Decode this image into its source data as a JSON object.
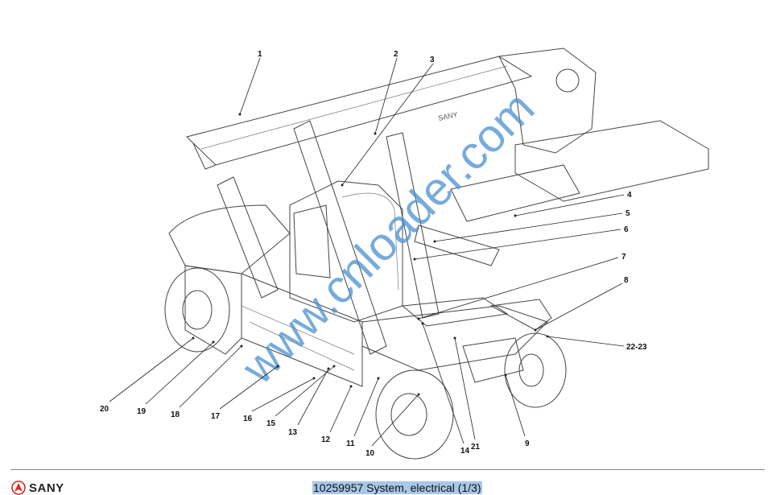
{
  "document": {
    "title": "10259957 System, electrical (1/3)",
    "brand": "SANY",
    "boom_lettering": "SANY",
    "watermark": "www.cnloader.com"
  },
  "callouts": [
    "1",
    "2",
    "3",
    "4",
    "5",
    "6",
    "7",
    "8",
    "22-23",
    "9",
    "21",
    "14",
    "10",
    "11",
    "12",
    "13",
    "15",
    "16",
    "17",
    "18",
    "19",
    "20"
  ],
  "colors": {
    "brand_red": "#d7261e",
    "watermark": "#4a8fd0",
    "title_highlight": "#a8c8e8"
  }
}
